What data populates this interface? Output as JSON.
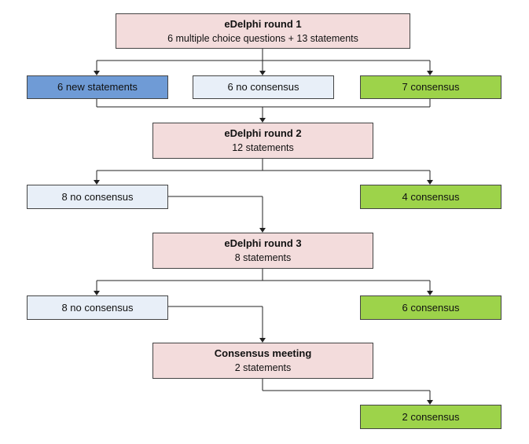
{
  "round1": {
    "title": "eDelphi round 1",
    "subtitle": "6 multiple choice questions + 13 statements"
  },
  "round1_results": {
    "new": "6 new statements",
    "no_consensus": "6 no consensus",
    "consensus": "7 consensus"
  },
  "round2": {
    "title": "eDelphi round 2",
    "subtitle": "12 statements"
  },
  "round2_results": {
    "no_consensus": "8 no consensus",
    "consensus": "4 consensus"
  },
  "round3": {
    "title": "eDelphi round 3",
    "subtitle": "8 statements"
  },
  "round3_results": {
    "no_consensus": "8 no consensus",
    "consensus": "6 consensus"
  },
  "meeting": {
    "title": "Consensus meeting",
    "subtitle": "2 statements"
  },
  "meeting_results": {
    "consensus": "2 consensus"
  },
  "colors": {
    "round": "#f3dcdc",
    "no_consensus": "#e8eff8",
    "consensus": "#9dd34a",
    "new_statements": "#6f9bd6"
  }
}
